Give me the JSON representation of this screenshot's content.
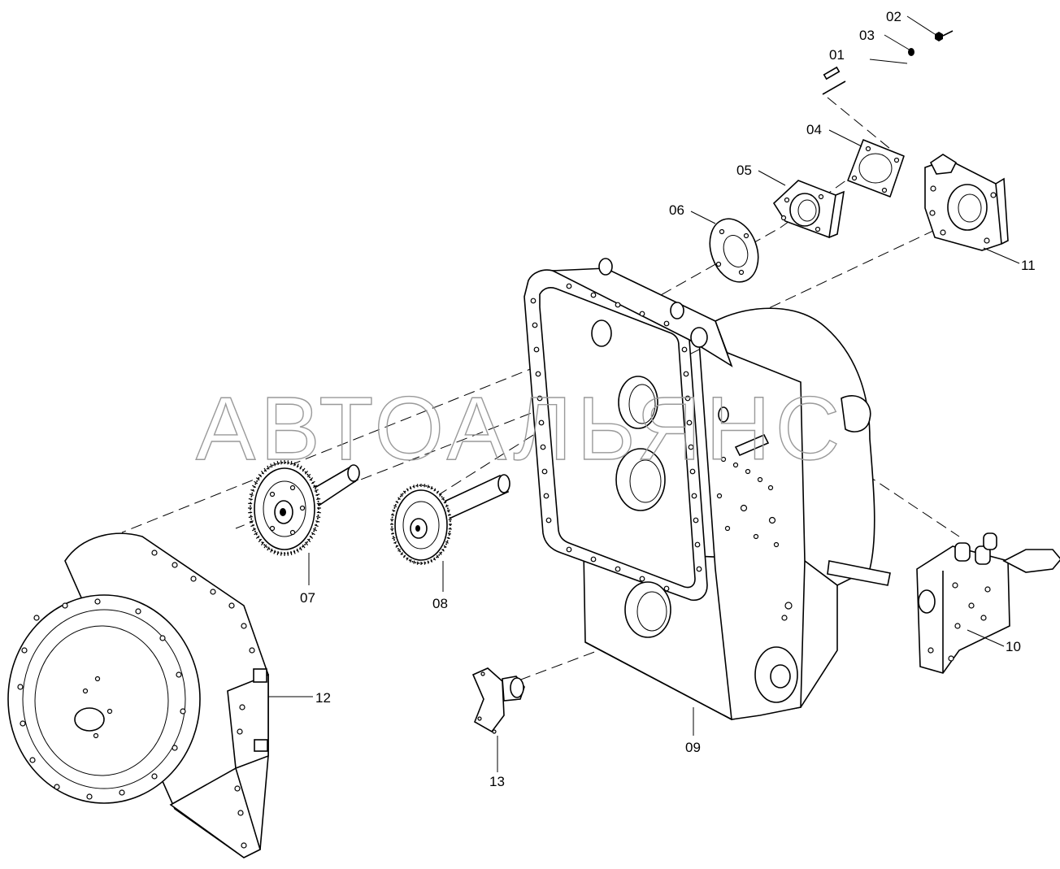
{
  "watermark": "АВТОАЛЬЯНС",
  "callouts": [
    {
      "id": "01",
      "label": "01"
    },
    {
      "id": "02",
      "label": "02"
    },
    {
      "id": "03",
      "label": "03"
    },
    {
      "id": "04",
      "label": "04"
    },
    {
      "id": "05",
      "label": "05"
    },
    {
      "id": "06",
      "label": "06"
    },
    {
      "id": "07",
      "label": "07"
    },
    {
      "id": "08",
      "label": "08"
    },
    {
      "id": "09",
      "label": "09"
    },
    {
      "id": "10",
      "label": "10"
    },
    {
      "id": "11",
      "label": "11"
    },
    {
      "id": "12",
      "label": "12"
    },
    {
      "id": "13",
      "label": "13"
    }
  ]
}
